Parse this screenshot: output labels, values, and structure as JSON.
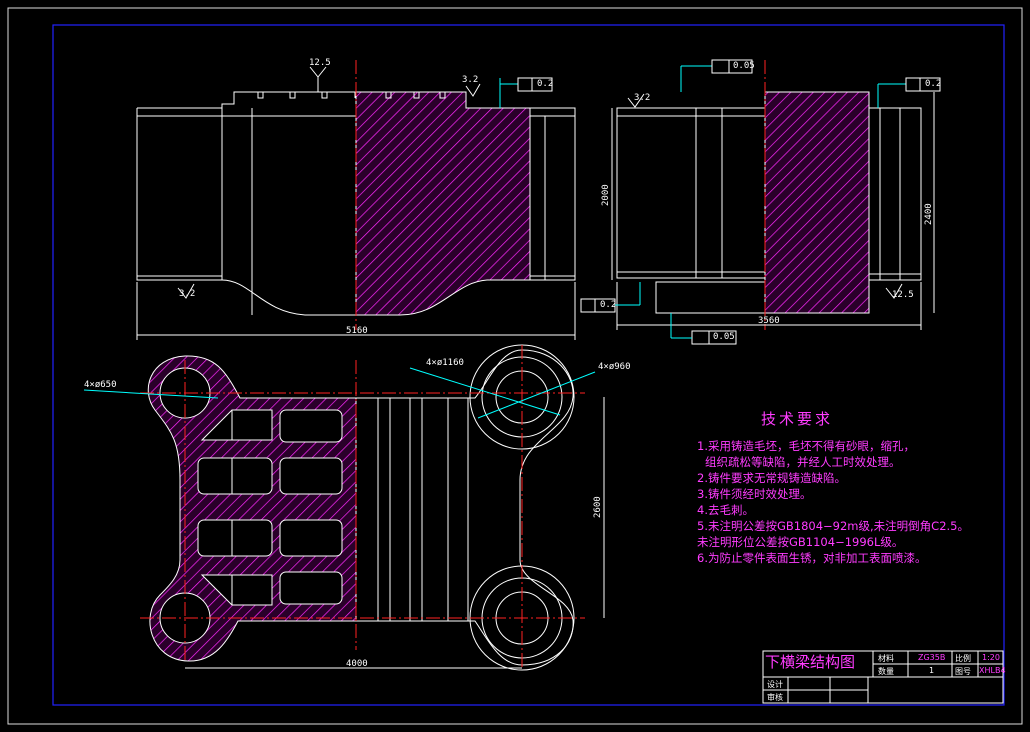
{
  "drawing": {
    "title": "下横梁结构图",
    "colors": {
      "background": "#000000",
      "line": "#ffffff",
      "hatch": "#ff00ff",
      "frame": "#0000ff",
      "center": "#ff0000",
      "leader": "#00ffff"
    }
  },
  "dimensions": {
    "front_width": "5160",
    "side_width": "3560",
    "side_height_left": "2000",
    "side_height_right": "2400",
    "top_width": "4000",
    "top_height": "2600"
  },
  "callouts": {
    "hole_650": "4×ø650",
    "hole_1160": "4×ø1160",
    "hole_960": "4×ø960",
    "rough_12_5_top": "12.5",
    "rough_3_2_top": "3.2",
    "rough_3_2_left": "3.2",
    "rough_3_2_side": "3.2",
    "rough_12_5_side": "12.5",
    "par_02_front": "0.2",
    "flat_005_top": "0.05",
    "par_02_side_top": "0.2",
    "par_02_side_left": "0.2",
    "flat_005_bottom": "0.05"
  },
  "tech_requirements": {
    "title": "技术要求",
    "lines": [
      "1.采用铸造毛坯，毛坯不得有砂眼，缩孔，",
      "  组织疏松等缺陷，并经人工时效处理。",
      "2.铸件要求无常规铸造缺陷。",
      "3.铸件须经时效处理。",
      "4.去毛刺。",
      "5.未注明公差按GB1804−92m级,未注明倒角C2.5。",
      "未注明形位公差按GB1104−1996L级。",
      "6.为防止零件表面生锈，对非加工表面喷漆。"
    ]
  },
  "title_block": {
    "name": "下横梁结构图",
    "material_label": "材料",
    "material_value": "ZG35B",
    "scale_label": "比例",
    "scale_value": "1:20",
    "qty_label": "数量",
    "qty_value": "1",
    "drawing_no_label": "图号",
    "drawing_no_value": "XHLB4",
    "design_label": "设计",
    "review_label": "审核"
  }
}
